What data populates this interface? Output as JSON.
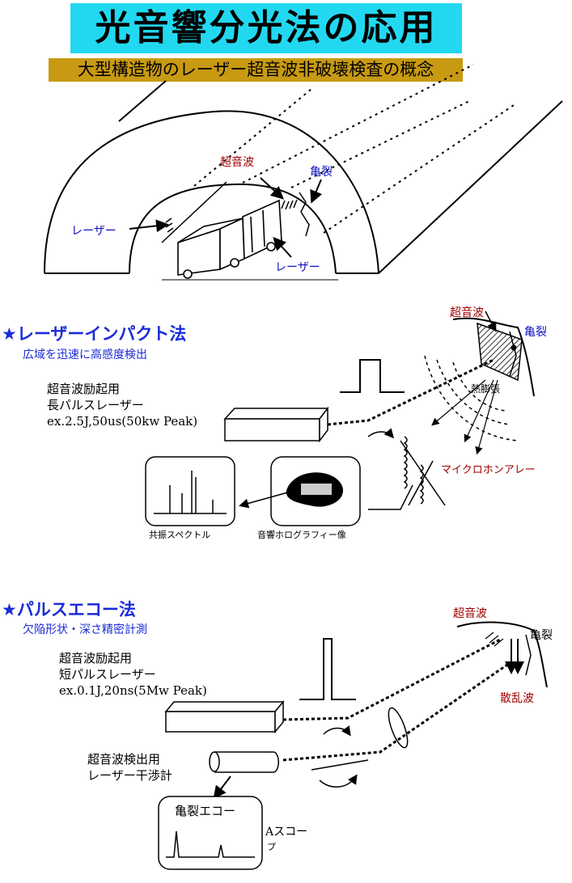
{
  "title": "光音響分光法の応用",
  "subtitle": "大型構造物のレーザー超音波非破壊検査の概念",
  "tunnel": {
    "label_ultrasound": "超音波",
    "label_crack": "亀裂",
    "label_laser_left": "レーザー",
    "label_laser_bottom": "レーザー"
  },
  "impact": {
    "heading": "★レーザーインパクト法",
    "subheading": "広域を迅速に高感度検出",
    "laser_line1": "超音波励起用",
    "laser_line2": "長パルスレーザー",
    "laser_line3": "ex.2.5J,50us(50kw Peak)",
    "label_ultrasound": "超音波",
    "label_crack": "亀裂",
    "label_thermal": "熱膨張",
    "label_mic": "マイクロホンアレー",
    "caption_spectrum": "共振スペクトル",
    "caption_holo": "音響ホログラフィー像"
  },
  "echo": {
    "heading": "★パルスエコー法",
    "subheading": "欠陥形状・深さ精密計測",
    "laser_line1": "超音波励起用",
    "laser_line2": "短パルスレーザー",
    "laser_line3": "ex.0.1J,20ns(5Mw Peak)",
    "detect_line1": "超音波検出用",
    "detect_line2": "レーザー干渉計",
    "label_ultrasound": "超音波",
    "label_crack": "亀裂",
    "label_scatter": "散乱波",
    "scope_title": "亀裂エコー",
    "scope_label_a": "Aスコー",
    "scope_label_b": "プ"
  },
  "colors": {
    "title_bg": "#22d8f0",
    "subtitle_bg": "#c89a12",
    "heading_blue": "#1a2bd8",
    "label_red": "#a00000",
    "label_blue": "#1010c0"
  }
}
